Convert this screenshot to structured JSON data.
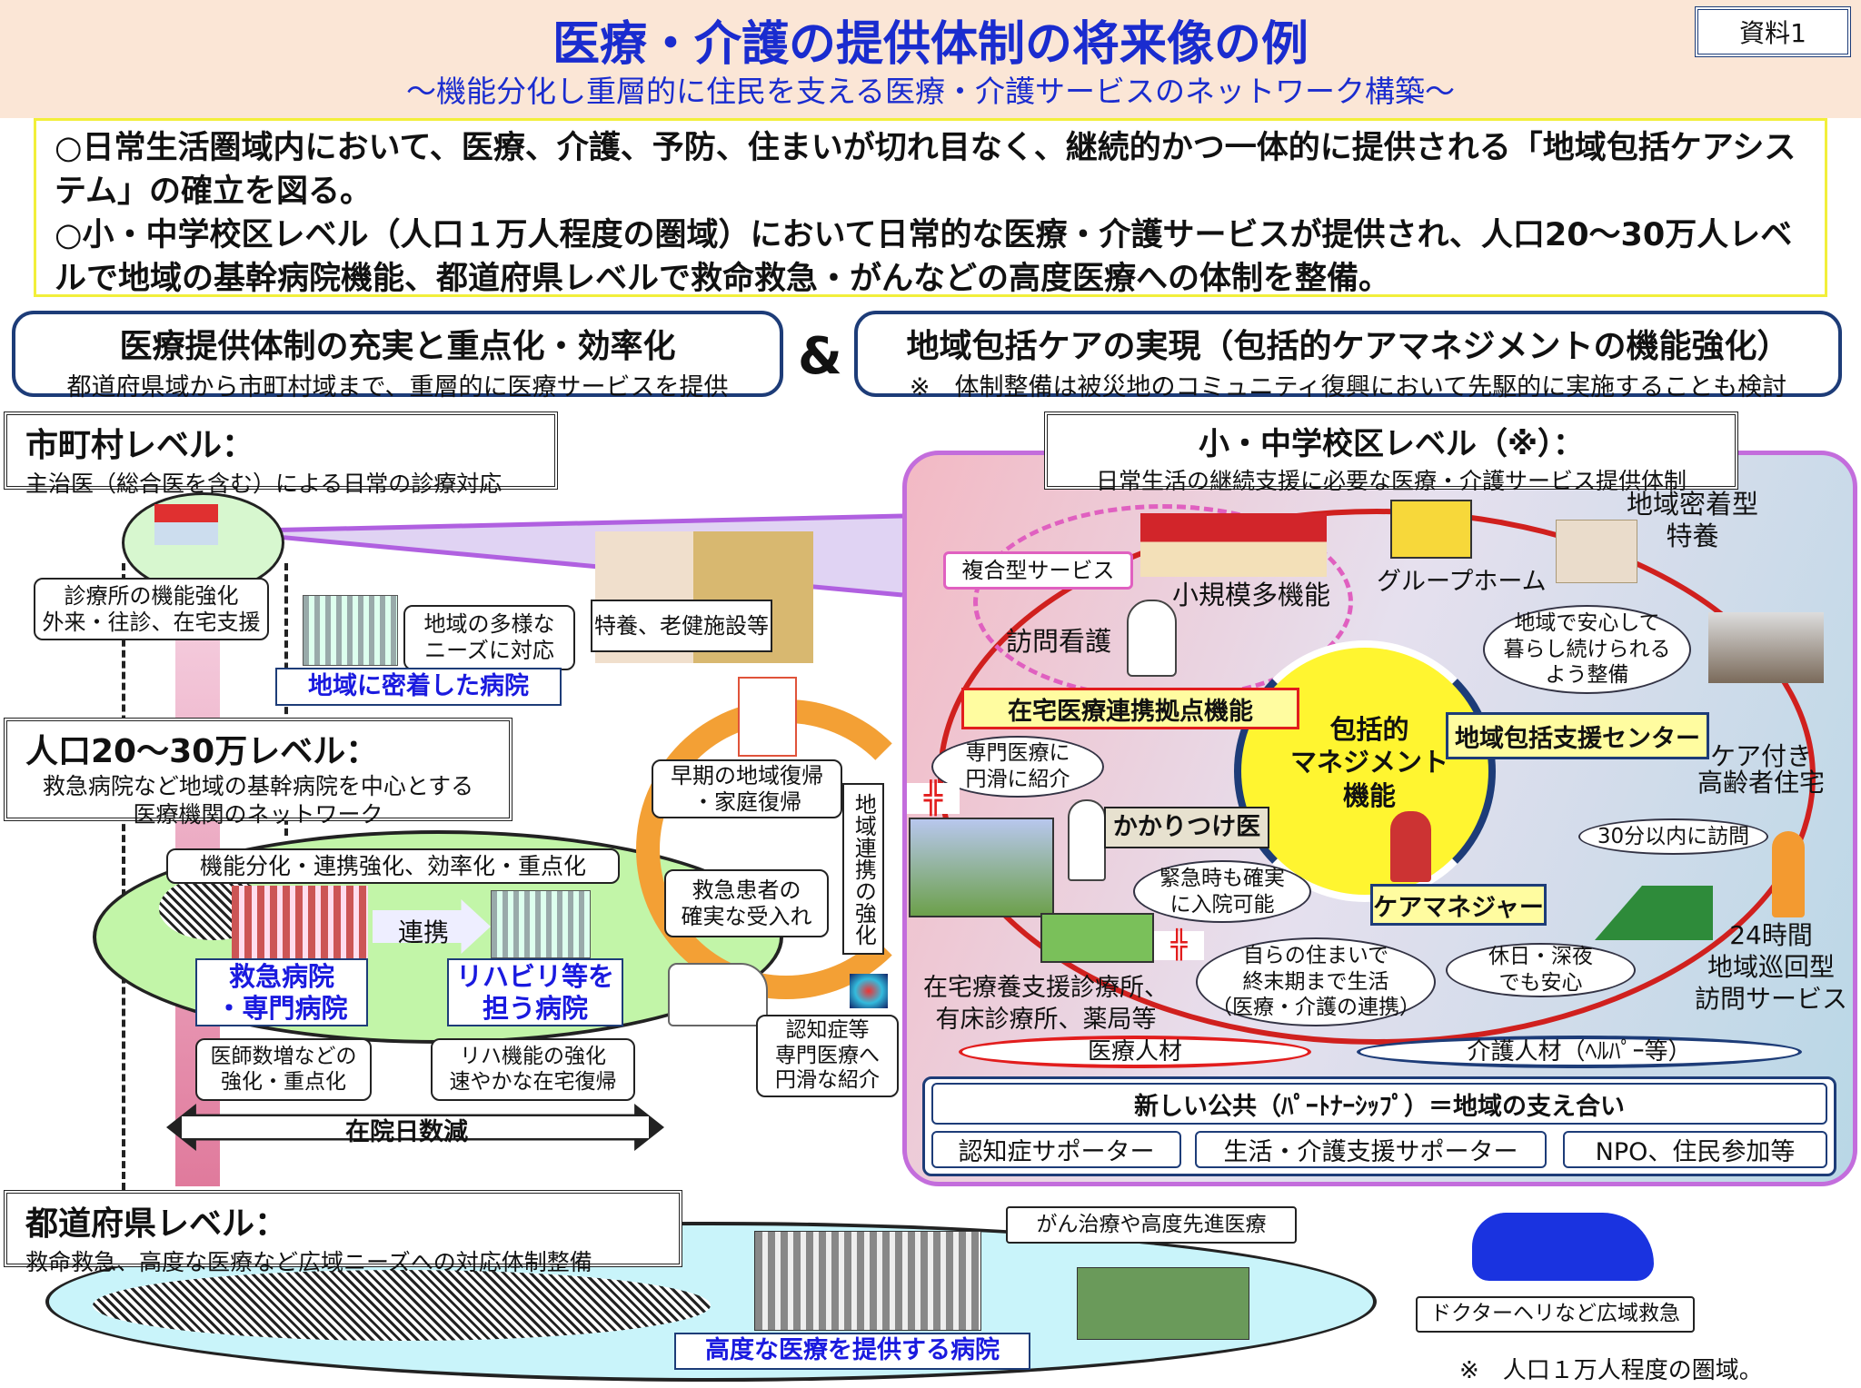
{
  "header": {
    "title": "医療・介護の提供体制の将来像の例",
    "subtitle": "～機能分化し重層的に住民を支える医療・介護サービスのネットワーク構築～",
    "doc_label": "資料1"
  },
  "summary": {
    "line1": "○日常生活圏域内において、医療、介護、予防、住まいが切れ目なく、継続的かつ一体的に提供される「地域包括ケアシステム」の確立を図る。",
    "line2": "○小・中学校区レベル（人口１万人程度の圏域）において日常的な医療・介護サービスが提供され、人口20～30万人レベルで地域の基幹病院機能、都道府県レベルで救命救急・がんなどの高度医療への体制を整備。"
  },
  "banners": {
    "left_title": "医療提供体制の充実と重点化・効率化",
    "left_sub": "都道府県域から市町村域まで、重層的に医療サービスを提供",
    "amp": "&",
    "right_title": "地域包括ケアの実現（包括的ケアマネジメントの機能強化）",
    "right_sub": "※　体制整備は被災地のコミュニティ復興において先駆的に実施することも検討"
  },
  "municipal": {
    "title": "市町村レベル：",
    "sub": "主治医（総合医を含む）による日常の診療対応",
    "clinic": "診療所の機能強化\n外来・往診、在宅支援",
    "diverse": "地域の多様な\nニーズに対応",
    "community_hospital": "地域に密着した病院",
    "nursing": "特養、老健施設等"
  },
  "regional": {
    "title": "人口20～30万レベル：",
    "sub": "救急病院など地域の基幹病院を中心とする\n医療機関のネットワーク",
    "functions": "機能分化・連携強化、効率化・重点化",
    "link": "連携",
    "emergency": "救急病院\n・専門病院",
    "rehab": "リハビリ等を\n担う病院",
    "doctors": "医師数増などの\n強化・重点化",
    "rehab_func": "リハ機能の強化\n速やかな在宅復帰",
    "stay": "在院日数減",
    "early_return": "早期の地域復帰\n・家庭復帰",
    "accept": "救急患者の\n確実な受入れ",
    "coop": "地域連携の強化",
    "dementia": "認知症等\n専門医療へ\n円滑な紹介"
  },
  "prefecture": {
    "title": "都道府県レベル：",
    "sub": "救命救急、高度な医療など広域ニーズへの対応体制整備",
    "cancer": "がん治療や高度先進医療",
    "advanced": "高度な医療を提供する病院",
    "heli": "ドクターヘリなど広域救急",
    "note": "※　人口１万人程度の圏域。"
  },
  "school": {
    "title": "小・中学校区レベル（※）：",
    "sub": "日常生活の継続支援に必要な医療・介護サービス提供体制",
    "complex": "複合型サービス",
    "small_multi": "小規模多機能",
    "group_home": "グループホーム",
    "tokuyo": "地域密着型\n特養",
    "visit_nurse": "訪問看護",
    "live_on": "地域で安心して\n暮らし続けられる\nよう整備",
    "home_med": "在宅医療連携拠点機能",
    "mgmt": "包括的\nマネジメント\n機能",
    "center": "地域包括支援センター",
    "care_housing": "ケア付き\n高齢者住宅",
    "referral": "専門医療に\n円滑に紹介",
    "family_dr": "かかりつけ医",
    "emergency_adm": "緊急時も確実\nに入院可能",
    "care_mgr": "ケアマネジャー",
    "visit30": "30分以内に訪問",
    "patrol": "24時間\n地域巡回型\n訪問サービス",
    "own_home": "自らの住まいで\n終末期まで生活\n（医療・介護の連携）",
    "holiday": "休日・深夜\nでも安心",
    "clinics": "在宅療養支援診療所、\n有床診療所、薬局等",
    "med_staff": "医療人材",
    "care_staff": "介護人材（ﾍﾙﾊﾟｰ等）",
    "public": "新しい公共（ﾊﾟｰﾄﾅｰｼｯﾌﾟ）＝地域の支え合い",
    "supporters": [
      "認知症サポーター",
      "生活・介護支援サポーター",
      "NPO、住民参加等"
    ]
  }
}
